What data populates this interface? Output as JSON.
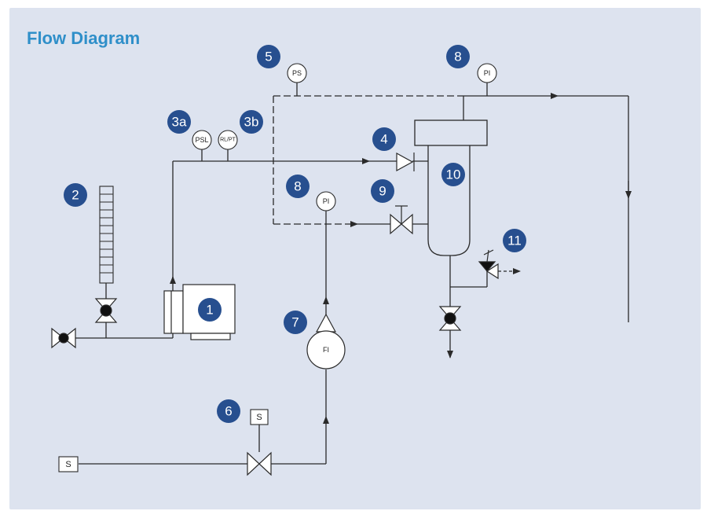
{
  "title": "Flow Diagram",
  "colors": {
    "background": "#dde3ef",
    "title": "#2f8fc9",
    "badge": "#274f8f",
    "line": "#2a2a2a"
  },
  "badges": {
    "b1": "1",
    "b2": "2",
    "b3a": "3a",
    "b3b": "3b",
    "b4": "4",
    "b5": "5",
    "b6": "6",
    "b7": "7",
    "b8_top": "8",
    "b8_mid": "8",
    "b9": "9",
    "b10": "10",
    "b11": "11"
  },
  "instruments": {
    "ps": "PS",
    "psl": "PSL",
    "rlpt": "RL/PT",
    "pi_top": "PI",
    "pi_mid": "PI",
    "fi": "FI"
  },
  "solenoids": {
    "s_left": "S",
    "s_valve": "S"
  }
}
